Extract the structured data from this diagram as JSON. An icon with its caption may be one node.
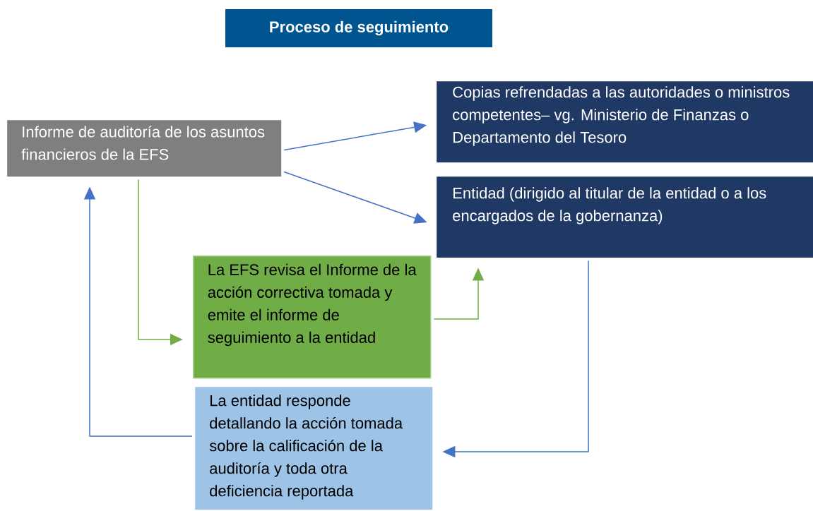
{
  "diagram": {
    "title": "Proceso de seguimiento",
    "nodes": [
      {
        "text": [
          "Informe de auditoría de los asuntos financieros de la EFS"
        ]
      },
      {
        "text": [
          "Copias refrendadas a las autoridades o ministros competentes– vg. Ministerio de Finanzas  o Departamento del Tesoro"
        ]
      },
      {
        "text": [
          "Entidad (dirigido al titular de la entidad o a los encargados de la gobernanza)"
        ]
      },
      {
        "text": [
          "La EFS revisa el Informe de la acción correctiva tomada y emite el informe de seguimiento  a la entidad"
        ]
      },
      {
        "text": [
          "La entidad responde detallando la acción tomada sobre la calificación de la auditoría y toda otra deficiencia reportada"
        ]
      }
    ],
    "edges": [
      {
        "from": 0,
        "to": 1,
        "arrow": "to"
      },
      {
        "from": 0,
        "to": 2,
        "arrow": "to"
      },
      {
        "from": 0,
        "to": 3,
        "arrow": "to",
        "color": "#70ad47"
      },
      {
        "from": 3,
        "to": 2,
        "arrow": "to",
        "color": "#70ad47"
      },
      {
        "from": 2,
        "to": 4,
        "arrow": "to"
      },
      {
        "from": 4,
        "to": 0,
        "arrow": "to"
      }
    ]
  }
}
